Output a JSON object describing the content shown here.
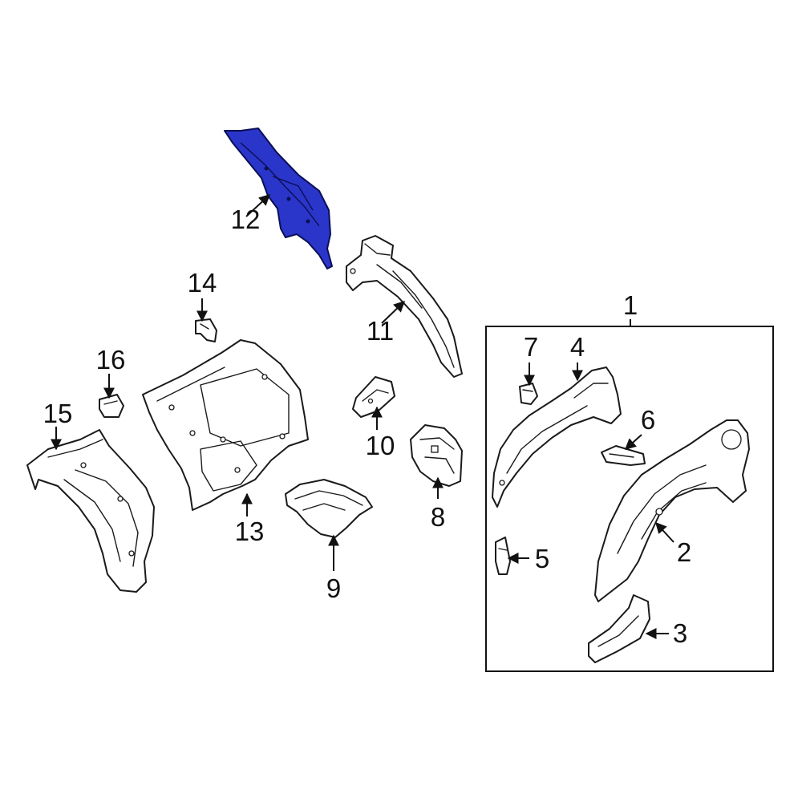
{
  "highlight_color": "#2a35c9",
  "callouts": {
    "c1": "1",
    "c2": "2",
    "c3": "3",
    "c4": "4",
    "c5": "5",
    "c6": "6",
    "c7": "7",
    "c8": "8",
    "c9": "9",
    "c10": "10",
    "c11": "11",
    "c12": "12",
    "c13": "13",
    "c14": "14",
    "c15": "15",
    "c16": "16"
  }
}
